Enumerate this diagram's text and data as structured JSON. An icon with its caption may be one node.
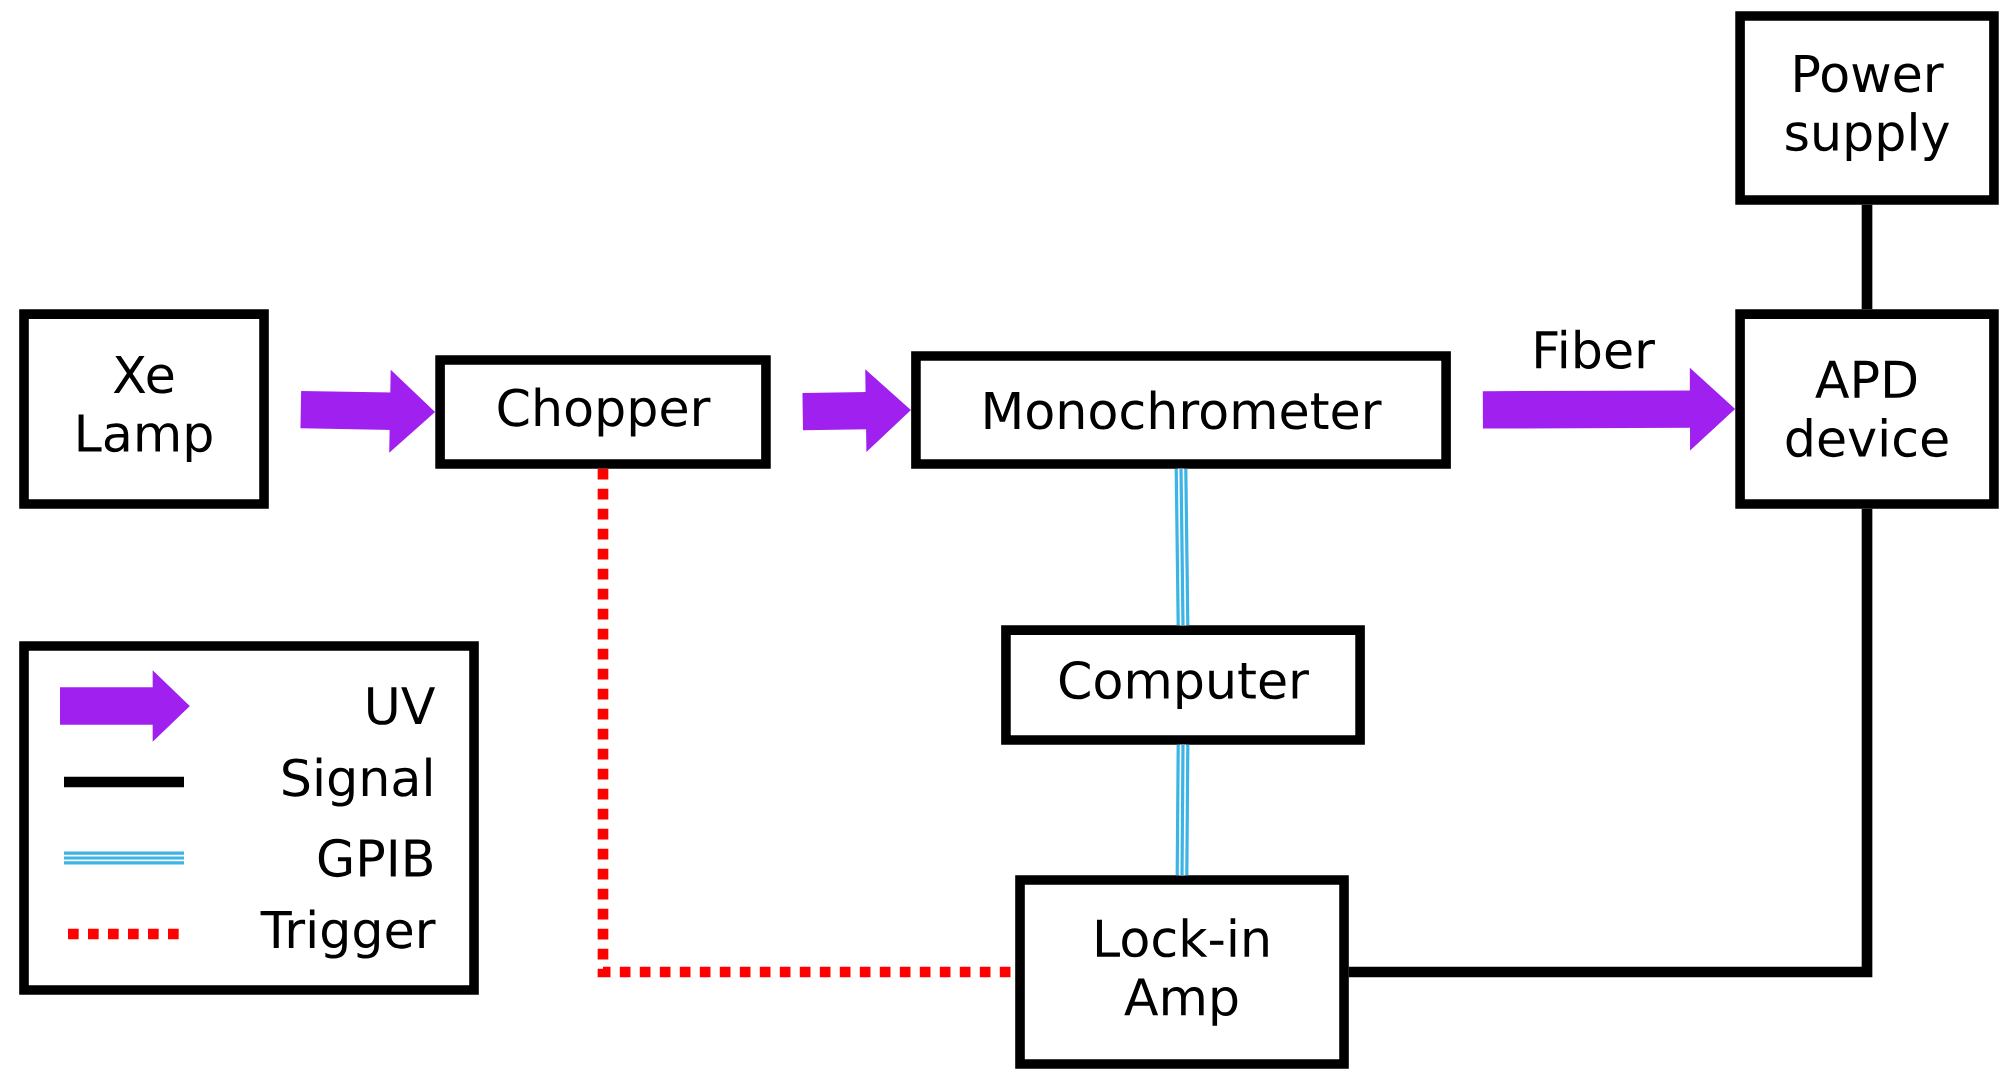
{
  "diagram": {
    "nodes": [
      {
        "text": [
          "Xe Lamp"
        ]
      },
      {
        "text": [
          "Chopper"
        ]
      },
      {
        "text": [
          "Monochrometer"
        ]
      },
      {
        "text": [
          "Power supply"
        ]
      },
      {
        "text": [
          "APD device"
        ]
      },
      {
        "text": [
          "Computer"
        ]
      },
      {
        "text": [
          "Lock-in Amp"
        ]
      }
    ],
    "edges": [
      {
        "from": 0,
        "to": 1,
        "arrow": "to",
        "style": "thick",
        "color": "#a020f0"
      },
      {
        "from": 1,
        "to": 2,
        "arrow": "to",
        "style": "thick",
        "color": "#a020f0"
      },
      {
        "from": 2,
        "to": 4,
        "arrow": "to",
        "style": "thick",
        "color": "#a020f0",
        "label": "Fiber"
      },
      {
        "from": 3,
        "to": 4,
        "arrow": "none",
        "color": "#000000"
      },
      {
        "from": 2,
        "to": 5,
        "arrow": "none",
        "color": "#3cb4e6"
      },
      {
        "from": 5,
        "to": 6,
        "arrow": "none",
        "color": "#3cb4e6"
      },
      {
        "from": 1,
        "to": 6,
        "arrow": "none",
        "style": "dashed",
        "color": "#ff0000"
      },
      {
        "from": 4,
        "to": 6,
        "arrow": "none",
        "color": "#000000"
      }
    ],
    "legend": [
      {
        "text": "UV"
      },
      {
        "text": "Signal"
      },
      {
        "text": "GPIB"
      },
      {
        "text": "Trigger"
      }
    ]
  }
}
